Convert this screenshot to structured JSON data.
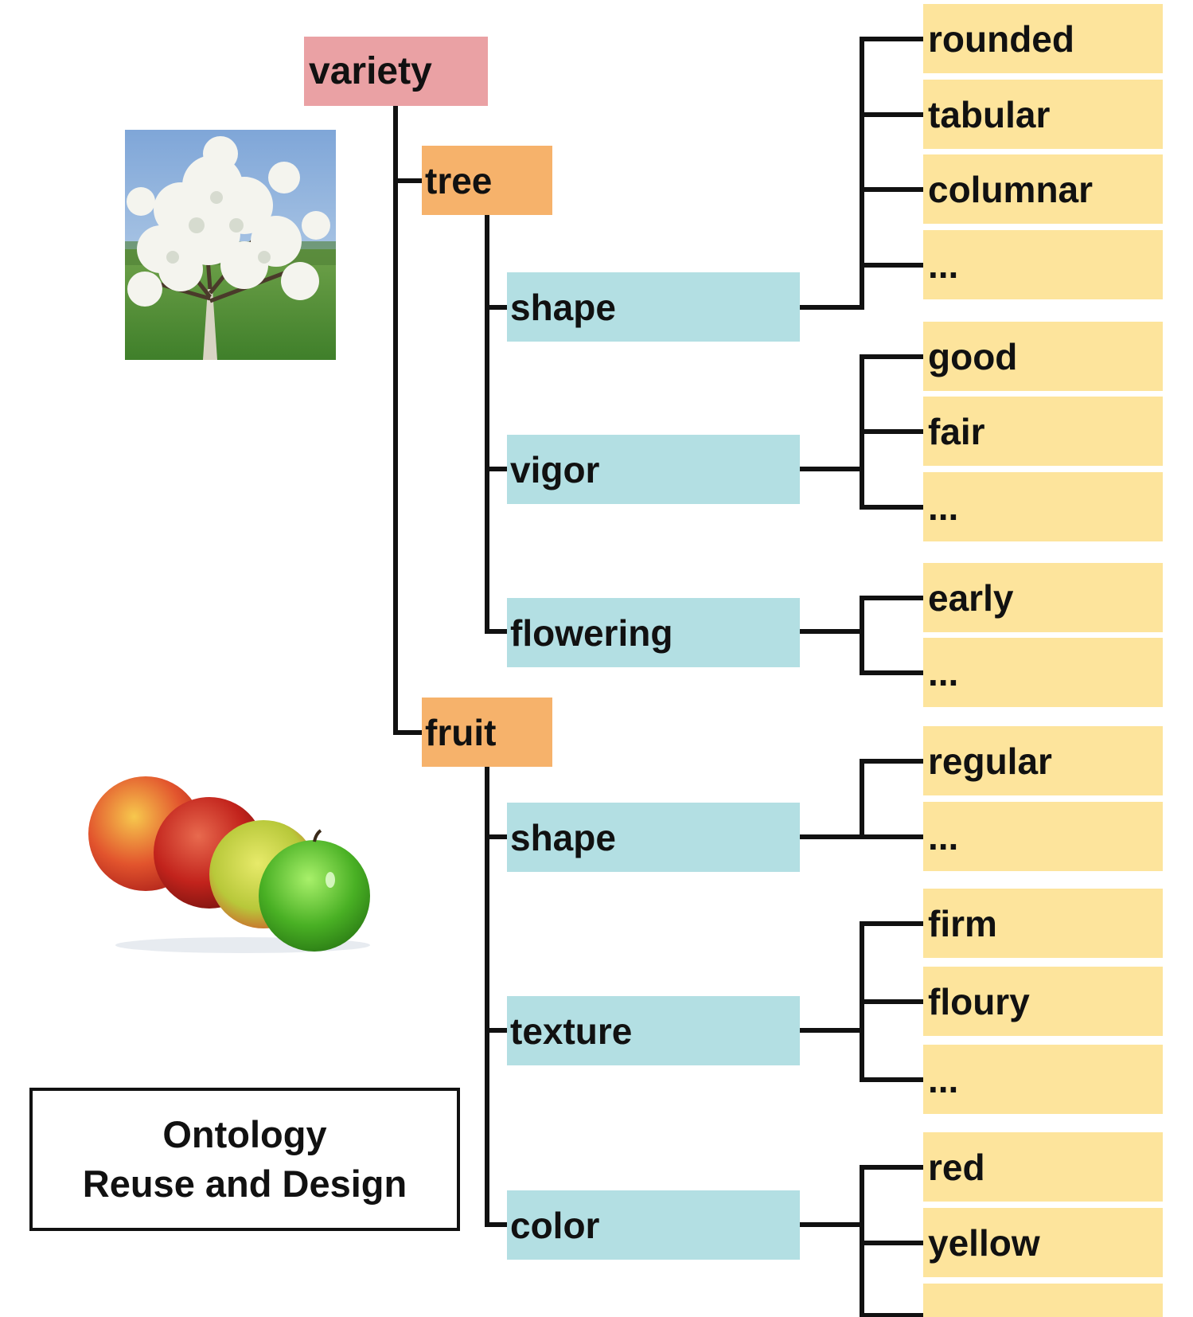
{
  "ontology": {
    "root": {
      "label": "variety"
    },
    "tree": {
      "label": "tree",
      "attributes": [
        {
          "label": "shape",
          "values": [
            "rounded",
            "tabular",
            "columnar",
            "..."
          ]
        },
        {
          "label": "vigor",
          "values": [
            "good",
            "fair",
            "..."
          ]
        },
        {
          "label": "flowering",
          "values": [
            "early",
            "..."
          ]
        }
      ]
    },
    "fruit": {
      "label": "fruit",
      "attributes": [
        {
          "label": "shape",
          "values": [
            "regular",
            "..."
          ]
        },
        {
          "label": "texture",
          "values": [
            "firm",
            "floury",
            "..."
          ]
        },
        {
          "label": "color",
          "values": [
            "red",
            "yellow",
            "..."
          ]
        }
      ]
    }
  },
  "title_box": {
    "line1": "Ontology",
    "line2": "Reuse and Design"
  },
  "colors": {
    "root": "#eaa1a4",
    "category": "#f6b26b",
    "attribute": "#b3dfe3",
    "value": "#fde49c",
    "line": "#111111"
  },
  "images": {
    "tree_photo": "flowering-tree-photo",
    "fruit_photo": "apples-photo"
  }
}
